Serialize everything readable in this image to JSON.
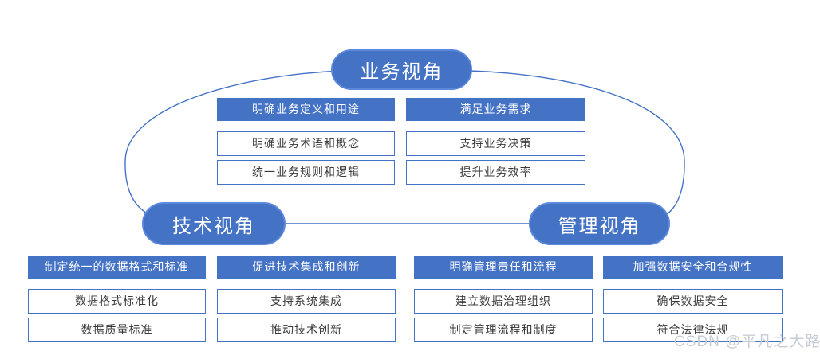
{
  "diagram": {
    "nodes": {
      "business": {
        "label": "业务视角"
      },
      "technical": {
        "label": "技术视角"
      },
      "management": {
        "label": "管理视角"
      }
    },
    "business_columns": [
      {
        "header": "明确业务定义和用途",
        "items": [
          "明确业务术语和概念",
          "统一业务规则和逻辑"
        ]
      },
      {
        "header": "满足业务需求",
        "items": [
          "支持业务决策",
          "提升业务效率"
        ]
      }
    ],
    "bottom_columns": [
      {
        "header": "制定统一的数据格式和标准",
        "items": [
          "数据格式标准化",
          "数据质量标准"
        ]
      },
      {
        "header": "促进技术集成和创新",
        "items": [
          "支持系统集成",
          "推动技术创新"
        ]
      },
      {
        "header": "明确管理责任和流程",
        "items": [
          "建立数据治理组织",
          "制定管理流程和制度"
        ]
      },
      {
        "header": "加强数据安全和合规性",
        "items": [
          "确保数据安全",
          "符合法律法规"
        ]
      }
    ],
    "colors": {
      "accent_blue": "#4472C4",
      "pill_border_blue": "#5b87dd",
      "item_text": "#3a3a3a",
      "watermark_gray": "#c6ccd4"
    },
    "watermark": "CSDN @平凡之大路"
  }
}
